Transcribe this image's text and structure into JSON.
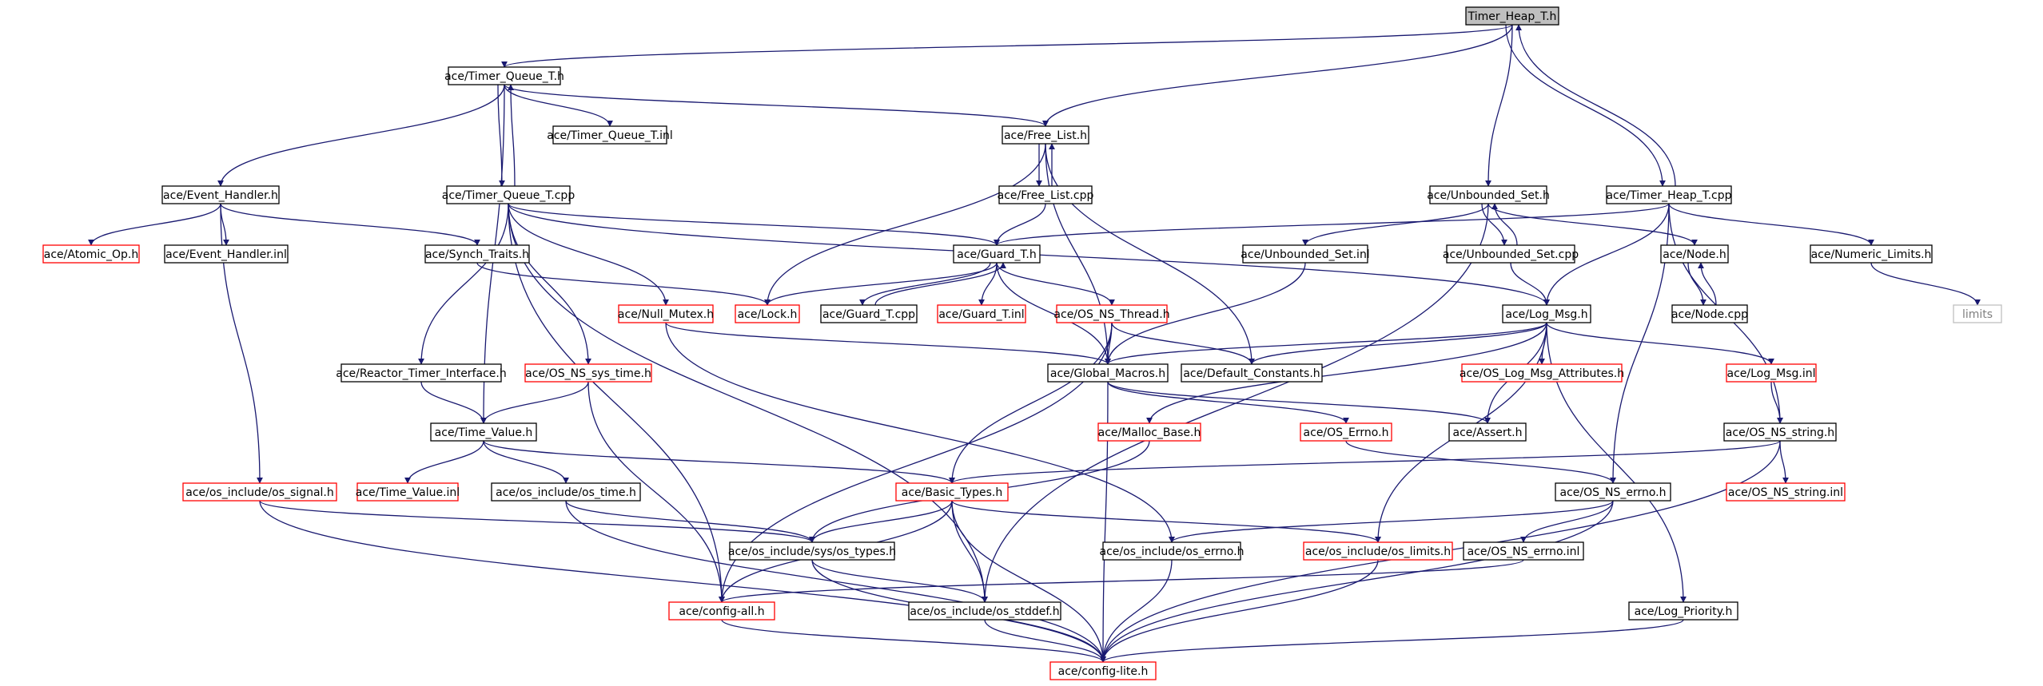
{
  "diagram": {
    "nodes": [
      {
        "id": "timer_heap_t_h",
        "label": "Timer_Heap_T.h",
        "style": "root"
      },
      {
        "id": "timer_queue_t_h",
        "label": "ace/Timer_Queue_T.h",
        "style": "black"
      },
      {
        "id": "timer_queue_t_inl",
        "label": "ace/Timer_Queue_T.inl",
        "style": "black"
      },
      {
        "id": "free_list_h",
        "label": "ace/Free_List.h",
        "style": "black"
      },
      {
        "id": "free_list_cpp",
        "label": "ace/Free_List.cpp",
        "style": "black"
      },
      {
        "id": "event_handler_h",
        "label": "ace/Event_Handler.h",
        "style": "black"
      },
      {
        "id": "timer_queue_t_cpp",
        "label": "ace/Timer_Queue_T.cpp",
        "style": "black"
      },
      {
        "id": "unbounded_set_h",
        "label": "ace/Unbounded_Set.h",
        "style": "black"
      },
      {
        "id": "timer_heap_t_cpp",
        "label": "ace/Timer_Heap_T.cpp",
        "style": "black"
      },
      {
        "id": "atomic_op_h",
        "label": "ace/Atomic_Op.h",
        "style": "red"
      },
      {
        "id": "event_handler_inl",
        "label": "ace/Event_Handler.inl",
        "style": "black"
      },
      {
        "id": "synch_traits_h",
        "label": "ace/Synch_Traits.h",
        "style": "black"
      },
      {
        "id": "guard_t_h",
        "label": "ace/Guard_T.h",
        "style": "black"
      },
      {
        "id": "unbounded_set_inl",
        "label": "ace/Unbounded_Set.inl",
        "style": "black"
      },
      {
        "id": "unbounded_set_cpp",
        "label": "ace/Unbounded_Set.cpp",
        "style": "black"
      },
      {
        "id": "node_h",
        "label": "ace/Node.h",
        "style": "black"
      },
      {
        "id": "numeric_limits_h",
        "label": "ace/Numeric_Limits.h",
        "style": "black"
      },
      {
        "id": "limits",
        "label": "limits",
        "style": "gray"
      },
      {
        "id": "null_mutex_h",
        "label": "ace/Null_Mutex.h",
        "style": "red"
      },
      {
        "id": "lock_h",
        "label": "ace/Lock.h",
        "style": "red"
      },
      {
        "id": "guard_t_cpp",
        "label": "ace/Guard_T.cpp",
        "style": "black"
      },
      {
        "id": "guard_t_inl",
        "label": "ace/Guard_T.inl",
        "style": "red"
      },
      {
        "id": "os_ns_thread_h",
        "label": "ace/OS_NS_Thread.h",
        "style": "red"
      },
      {
        "id": "log_msg_h",
        "label": "ace/Log_Msg.h",
        "style": "black"
      },
      {
        "id": "node_cpp",
        "label": "ace/Node.cpp",
        "style": "black"
      },
      {
        "id": "reactor_timer_interface_h",
        "label": "ace/Reactor_Timer_Interface.h",
        "style": "black"
      },
      {
        "id": "os_ns_sys_time_h",
        "label": "ace/OS_NS_sys_time.h",
        "style": "red"
      },
      {
        "id": "global_macros_h",
        "label": "ace/Global_Macros.h",
        "style": "black"
      },
      {
        "id": "default_constants_h",
        "label": "ace/Default_Constants.h",
        "style": "black"
      },
      {
        "id": "os_log_msg_attributes_h",
        "label": "ace/OS_Log_Msg_Attributes.h",
        "style": "red"
      },
      {
        "id": "log_msg_inl",
        "label": "ace/Log_Msg.inl",
        "style": "red"
      },
      {
        "id": "time_value_h",
        "label": "ace/Time_Value.h",
        "style": "black"
      },
      {
        "id": "malloc_base_h",
        "label": "ace/Malloc_Base.h",
        "style": "red"
      },
      {
        "id": "os_errno_h",
        "label": "ace/OS_Errno.h",
        "style": "red"
      },
      {
        "id": "assert_h",
        "label": "ace/Assert.h",
        "style": "black"
      },
      {
        "id": "os_ns_string_h",
        "label": "ace/OS_NS_string.h",
        "style": "black"
      },
      {
        "id": "os_signal_h",
        "label": "ace/os_include/os_signal.h",
        "style": "red"
      },
      {
        "id": "time_value_inl",
        "label": "ace/Time_Value.inl",
        "style": "red"
      },
      {
        "id": "os_time_h",
        "label": "ace/os_include/os_time.h",
        "style": "black"
      },
      {
        "id": "basic_types_h",
        "label": "ace/Basic_Types.h",
        "style": "red"
      },
      {
        "id": "os_ns_errno_h",
        "label": "ace/OS_NS_errno.h",
        "style": "black"
      },
      {
        "id": "os_ns_string_inl",
        "label": "ace/OS_NS_string.inl",
        "style": "red"
      },
      {
        "id": "sys_os_types_h",
        "label": "ace/os_include/sys/os_types.h",
        "style": "black"
      },
      {
        "id": "os_errno_inc_h",
        "label": "ace/os_include/os_errno.h",
        "style": "black"
      },
      {
        "id": "os_limits_h",
        "label": "ace/os_include/os_limits.h",
        "style": "red"
      },
      {
        "id": "os_ns_errno_inl",
        "label": "ace/OS_NS_errno.inl",
        "style": "black"
      },
      {
        "id": "config_all_h",
        "label": "ace/config-all.h",
        "style": "red"
      },
      {
        "id": "os_stddef_h",
        "label": "ace/os_include/os_stddef.h",
        "style": "black"
      },
      {
        "id": "log_priority_h",
        "label": "ace/Log_Priority.h",
        "style": "black"
      },
      {
        "id": "config_lite_h",
        "label": "ace/config-lite.h",
        "style": "red"
      }
    ],
    "edges": [
      [
        "timer_heap_t_h",
        "timer_queue_t_h"
      ],
      [
        "timer_heap_t_h",
        "free_list_h"
      ],
      [
        "timer_heap_t_h",
        "unbounded_set_h"
      ],
      [
        "timer_heap_t_h",
        "timer_heap_t_cpp"
      ],
      [
        "timer_heap_t_cpp",
        "timer_heap_t_h"
      ],
      [
        "timer_queue_t_h",
        "event_handler_h"
      ],
      [
        "timer_queue_t_h",
        "timer_queue_t_cpp"
      ],
      [
        "timer_queue_t_cpp",
        "timer_queue_t_h"
      ],
      [
        "timer_queue_t_h",
        "timer_queue_t_inl"
      ],
      [
        "timer_queue_t_h",
        "free_list_h"
      ],
      [
        "timer_queue_t_h",
        "time_value_h"
      ],
      [
        "free_list_h",
        "free_list_cpp"
      ],
      [
        "free_list_cpp",
        "free_list_h"
      ],
      [
        "free_list_h",
        "global_macros_h"
      ],
      [
        "free_list_h",
        "default_constants_h"
      ],
      [
        "free_list_h",
        "lock_h"
      ],
      [
        "free_list_cpp",
        "guard_t_h"
      ],
      [
        "event_handler_h",
        "atomic_op_h"
      ],
      [
        "event_handler_h",
        "event_handler_inl"
      ],
      [
        "event_handler_h",
        "synch_traits_h"
      ],
      [
        "event_handler_h",
        "os_signal_h"
      ],
      [
        "timer_queue_t_cpp",
        "guard_t_h"
      ],
      [
        "timer_queue_t_cpp",
        "log_msg_h"
      ],
      [
        "timer_queue_t_cpp",
        "reactor_timer_interface_h"
      ],
      [
        "timer_queue_t_cpp",
        "os_ns_sys_time_h"
      ],
      [
        "timer_queue_t_cpp",
        "null_mutex_h"
      ],
      [
        "timer_queue_t_cpp",
        "config_all_h"
      ],
      [
        "timer_queue_t_cpp",
        "os_stddef_h"
      ],
      [
        "synch_traits_h",
        "lock_h"
      ],
      [
        "guard_t_h",
        "lock_h"
      ],
      [
        "guard_t_h",
        "guard_t_cpp"
      ],
      [
        "guard_t_cpp",
        "guard_t_h"
      ],
      [
        "guard_t_h",
        "guard_t_inl"
      ],
      [
        "guard_t_h",
        "os_ns_thread_h"
      ],
      [
        "guard_t_h",
        "global_macros_h"
      ],
      [
        "unbounded_set_h",
        "unbounded_set_inl"
      ],
      [
        "unbounded_set_h",
        "unbounded_set_cpp"
      ],
      [
        "unbounded_set_cpp",
        "unbounded_set_h"
      ],
      [
        "unbounded_set_h",
        "node_h"
      ],
      [
        "unbounded_set_h",
        "os_stddef_h"
      ],
      [
        "unbounded_set_inl",
        "global_macros_h"
      ],
      [
        "unbounded_set_cpp",
        "log_msg_h"
      ],
      [
        "timer_heap_t_cpp",
        "guard_t_h"
      ],
      [
        "timer_heap_t_cpp",
        "numeric_limits_h"
      ],
      [
        "timer_heap_t_cpp",
        "log_msg_h"
      ],
      [
        "timer_heap_t_cpp",
        "os_ns_string_h"
      ],
      [
        "timer_heap_t_cpp",
        "os_ns_errno_h"
      ],
      [
        "node_h",
        "node_cpp"
      ],
      [
        "node_cpp",
        "node_h"
      ],
      [
        "numeric_limits_h",
        "limits"
      ],
      [
        "null_mutex_h",
        "global_macros_h"
      ],
      [
        "null_mutex_h",
        "os_errno_inc_h"
      ],
      [
        "os_ns_thread_h",
        "global_macros_h"
      ],
      [
        "os_ns_thread_h",
        "default_constants_h"
      ],
      [
        "os_ns_thread_h",
        "basic_types_h"
      ],
      [
        "os_ns_thread_h",
        "config_all_h"
      ],
      [
        "log_msg_h",
        "global_macros_h"
      ],
      [
        "log_msg_h",
        "default_constants_h"
      ],
      [
        "log_msg_h",
        "os_log_msg_attributes_h"
      ],
      [
        "log_msg_h",
        "log_msg_inl"
      ],
      [
        "log_msg_h",
        "assert_h"
      ],
      [
        "log_msg_h",
        "malloc_base_h"
      ],
      [
        "log_msg_h",
        "os_limits_h"
      ],
      [
        "log_msg_h",
        "log_priority_h"
      ],
      [
        "log_msg_inl",
        "os_ns_string_h"
      ],
      [
        "reactor_timer_interface_h",
        "time_value_h"
      ],
      [
        "os_ns_sys_time_h",
        "time_value_h"
      ],
      [
        "os_ns_sys_time_h",
        "config_all_h"
      ],
      [
        "global_macros_h",
        "os_errno_h"
      ],
      [
        "global_macros_h",
        "assert_h"
      ],
      [
        "global_macros_h",
        "config_lite_h"
      ],
      [
        "os_errno_h",
        "os_ns_errno_h"
      ],
      [
        "os_ns_string_h",
        "basic_types_h"
      ],
      [
        "os_ns_string_h",
        "os_ns_string_inl"
      ],
      [
        "os_ns_string_h",
        "config_lite_h"
      ],
      [
        "time_value_h",
        "time_value_inl"
      ],
      [
        "time_value_h",
        "os_time_h"
      ],
      [
        "time_value_h",
        "basic_types_h"
      ],
      [
        "malloc_base_h",
        "sys_os_types_h"
      ],
      [
        "os_signal_h",
        "sys_os_types_h"
      ],
      [
        "os_signal_h",
        "config_lite_h"
      ],
      [
        "os_time_h",
        "sys_os_types_h"
      ],
      [
        "os_time_h",
        "config_lite_h"
      ],
      [
        "basic_types_h",
        "sys_os_types_h"
      ],
      [
        "basic_types_h",
        "os_stddef_h"
      ],
      [
        "basic_types_h",
        "config_all_h"
      ],
      [
        "basic_types_h",
        "os_limits_h"
      ],
      [
        "basic_types_h",
        "config_lite_h"
      ],
      [
        "os_ns_errno_h",
        "os_errno_inc_h"
      ],
      [
        "os_ns_errno_h",
        "os_ns_errno_inl"
      ],
      [
        "os_ns_errno_h",
        "config_lite_h"
      ],
      [
        "os_ns_errno_inl",
        "config_all_h"
      ],
      [
        "sys_os_types_h",
        "os_stddef_h"
      ],
      [
        "sys_os_types_h",
        "config_lite_h"
      ],
      [
        "os_errno_inc_h",
        "config_lite_h"
      ],
      [
        "os_limits_h",
        "config_lite_h"
      ],
      [
        "config_all_h",
        "config_lite_h"
      ],
      [
        "os_stddef_h",
        "config_lite_h"
      ],
      [
        "log_priority_h",
        "config_lite_h"
      ]
    ]
  }
}
